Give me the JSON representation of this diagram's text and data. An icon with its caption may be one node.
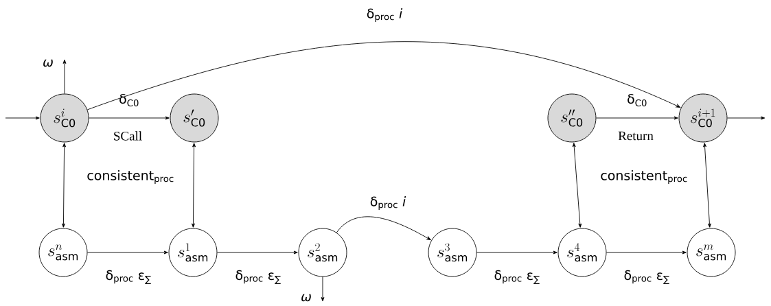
{
  "diagram": {
    "nodes": [
      {
        "text": [
          "s^{i}_{\\mathsf{C0}}"
        ]
      },
      {
        "text": [
          "s'_{\\mathsf{C0}}"
        ]
      },
      {
        "text": [
          "s''_{\\mathsf{C0}}"
        ]
      },
      {
        "text": [
          "s^{i+1}_{\\mathsf{C0}}"
        ]
      },
      {
        "text": [
          "s^{n}_{\\mathsf{asm}}"
        ]
      },
      {
        "text": [
          "s^{1}_{\\mathsf{asm}}"
        ]
      },
      {
        "text": [
          "s^{2}_{\\mathsf{asm}}"
        ]
      },
      {
        "text": [
          "s^{3}_{\\mathsf{asm}}"
        ]
      },
      {
        "text": [
          "s^{4}_{\\mathsf{asm}}"
        ]
      },
      {
        "text": [
          "s^{m}_{\\mathsf{asm}}"
        ]
      }
    ],
    "edges": [
      {
        "from": null,
        "to": 0,
        "arrow": "to"
      },
      {
        "from": 0,
        "to": 1,
        "arrow": "to",
        "label": "δ$_{C0}$"
      },
      {
        "from": 0,
        "to": 3,
        "arrow": "to",
        "label": "δ$_{proc}$ *i*"
      },
      {
        "from": 2,
        "to": 3,
        "arrow": "to",
        "label": "δ$_{C0}$"
      },
      {
        "from": 3,
        "to": null,
        "arrow": "to"
      },
      {
        "from": 0,
        "to": null,
        "arrow": "to",
        "label": "*ω*"
      },
      {
        "from": 0,
        "to": 4,
        "arrow": "both"
      },
      {
        "from": 1,
        "to": 5,
        "arrow": "both"
      },
      {
        "from": 2,
        "to": 8,
        "arrow": "both"
      },
      {
        "from": 3,
        "to": 9,
        "arrow": "both"
      },
      {
        "from": 4,
        "to": 5,
        "arrow": "to",
        "label": "δ$_{proc}$ ε$_{∑}$"
      },
      {
        "from": 5,
        "to": 6,
        "arrow": "to",
        "label": "δ$_{proc}$ ε$_{∑}$"
      },
      {
        "from": 6,
        "to": 7,
        "arrow": "to",
        "label": "δ$_{proc}$ *i*"
      },
      {
        "from": 7,
        "to": 8,
        "arrow": "to",
        "label": "δ$_{proc}$ ε$_{∑}$"
      },
      {
        "from": 8,
        "to": 9,
        "arrow": "to",
        "label": "δ$_{proc}$ ε$_{∑}$"
      },
      {
        "from": 6,
        "to": null,
        "arrow": "to",
        "label": "*ω*"
      }
    ],
    "labels": [
      "SCall",
      "Return",
      "consistent$_{proc}$",
      "consistent$_{proc}$"
    ]
  }
}
